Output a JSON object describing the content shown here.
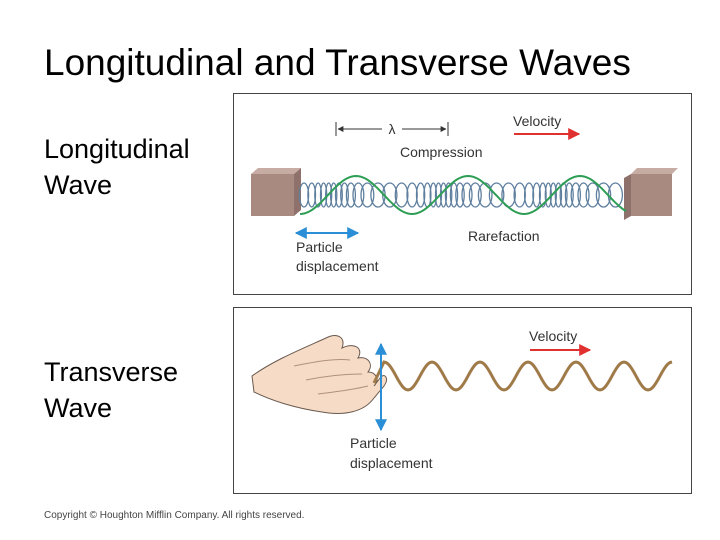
{
  "title": "Longitudinal and Transverse Waves",
  "longitudinal": {
    "side_label_line1": "Longitudinal",
    "side_label_line2": "Wave",
    "wavelength_symbol": "λ",
    "compression_label": "Compression",
    "velocity_label": "Velocity",
    "rarefaction_label": "Rarefaction",
    "particle_label_line1": "Particle",
    "particle_label_line2": "displacement"
  },
  "transverse": {
    "side_label_line1": "Transverse",
    "side_label_line2": "Wave",
    "velocity_label": "Velocity",
    "particle_label_line1": "Particle",
    "particle_label_line2": "displacement"
  },
  "copyright": "Copyright © Houghton Mifflin Company. All rights reserved.",
  "colors": {
    "velocity_arrow": "#e03030",
    "displacement_arrow": "#2a8fd6",
    "density_wave": "#2f9e55",
    "spring": "#5f7f9f",
    "string_wave": "#a07a48",
    "block": "#a88a80"
  }
}
